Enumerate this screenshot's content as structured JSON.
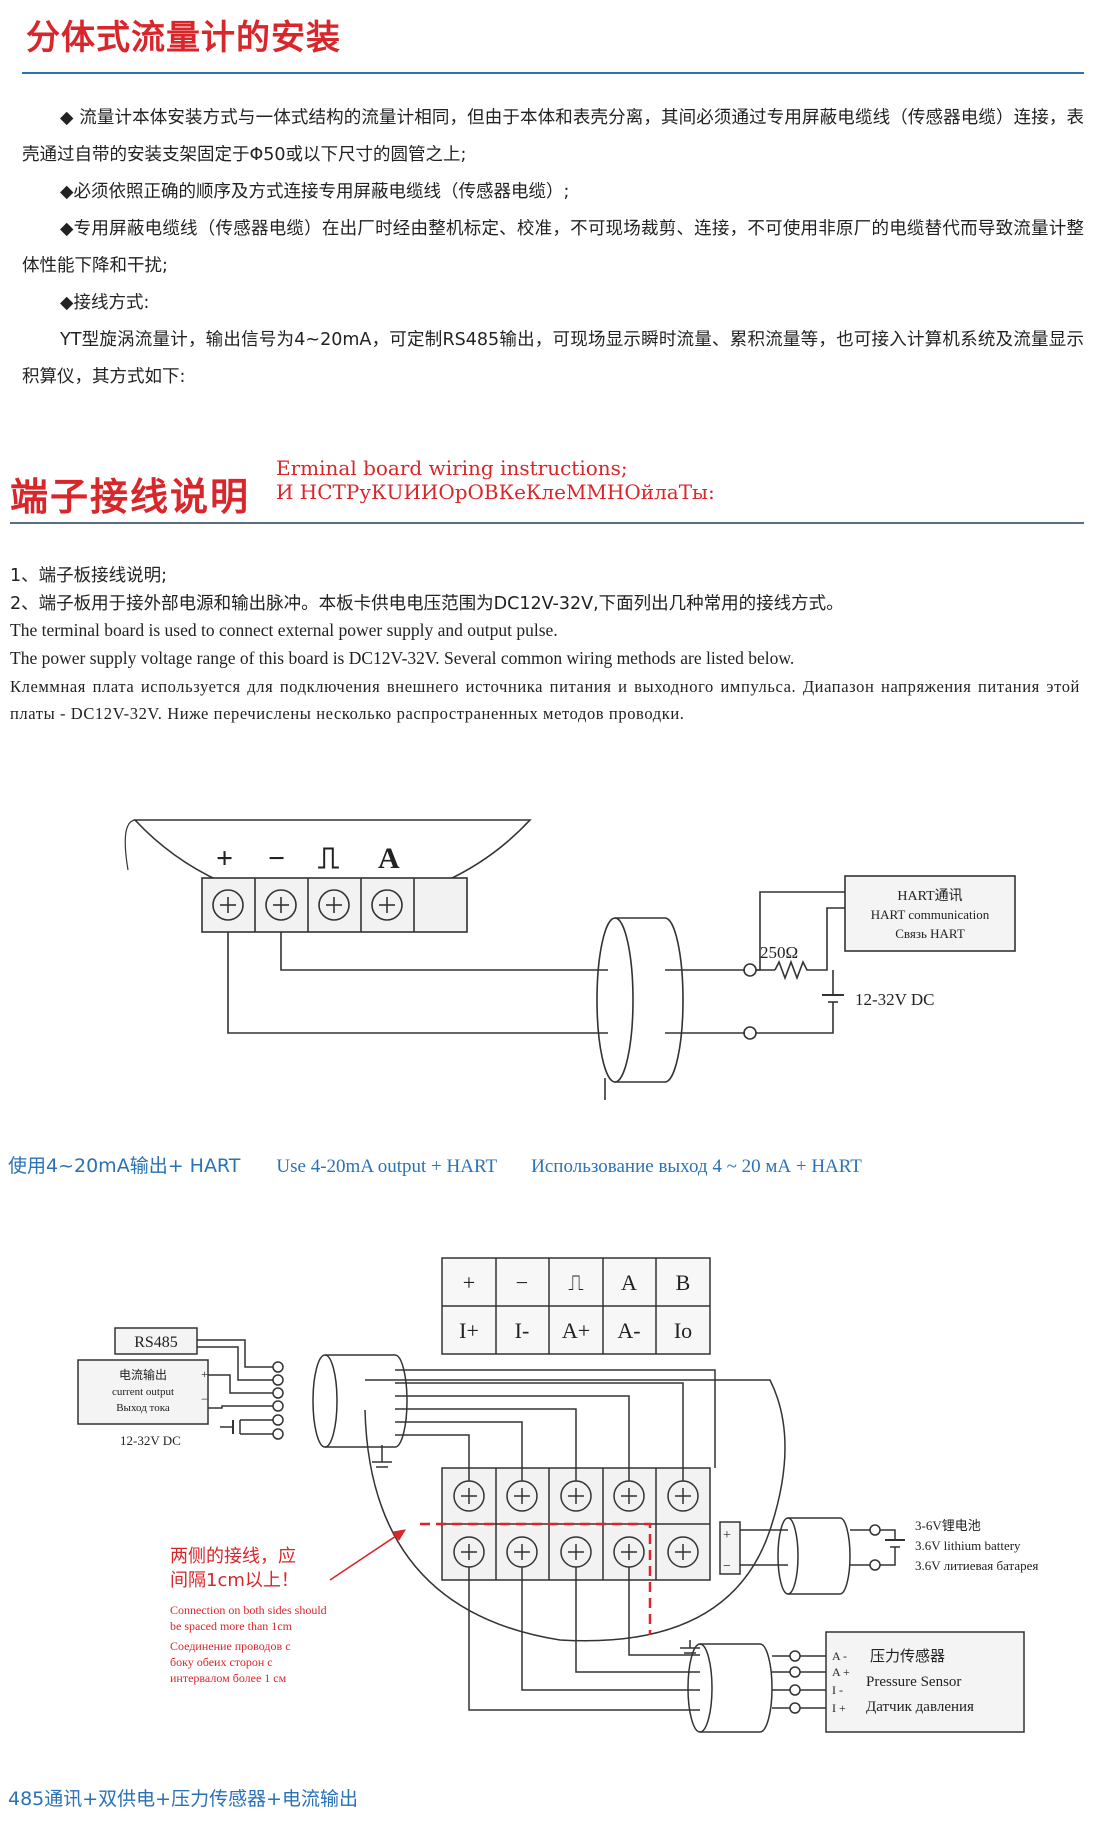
{
  "section1": {
    "title": "分体式流量计的安装",
    "paragraphs": [
      "◆ 流量计本体安装方式与一体式结构的流量计相同，但由于本体和表壳分离，其间必须通过专用屏蔽电缆线（传感器电缆）连接，表壳通过自带的安装支架固定于Φ50或以下尺寸的圆管之上;",
      "◆必须依照正确的顺序及方式连接专用屏蔽电缆线（传感器电缆）;",
      "◆专用屏蔽电缆线（传感器电缆）在出厂时经由整机标定、校准，不可现场裁剪、连接，不可使用非原厂的电缆替代而导致流量计整体性能下降和干扰;",
      "◆接线方式:",
      "YT型旋涡流量计，输出信号为4~20mA，可定制RS485输出，可现场显示瞬时流量、累积流量等，也可接入计算机系统及流量显示积算仪，其方式如下:"
    ]
  },
  "section2": {
    "title": "端子接线说明",
    "subtitle_en": "Erminal board wiring instructions;",
    "subtitle_ru": "И НСТРуКUИИОрОВКеКлеММНОйлаТы:",
    "lines_cn": [
      "1、端子板接线说明;",
      "2、端子板用于接外部电源和输出脉冲。本板卡供电电压范围为DC12V-32V,下面列出几种常用的接线方式。"
    ],
    "lines_en": [
      "The terminal board is used to connect external power supply and output pulse.",
      "The power supply voltage range of this board is DC12V-32V. Several common wiring methods are listed below."
    ],
    "para_ru": "Клеммная плата используется для подключения внешнего источника питания и выходного импульса. Диапазон напряжения питания этой платы - DC12V-32V. Ниже перечислены несколько распространенных методов проводки."
  },
  "diagram1": {
    "symbols": [
      "+",
      "−",
      "⎍",
      "A"
    ],
    "resistor": "250Ω",
    "power": "12-32V  DC",
    "hart_box": [
      "HART通讯",
      "HART communication",
      "Связь HART"
    ],
    "caption_cn": "使用4~20mA输出+ HART",
    "caption_en": "Use 4-20mA output + HART",
    "caption_ru": "Использование выход 4 ~ 20 мА + HART"
  },
  "diagram2": {
    "table_row1": [
      "+",
      "−",
      "⎍",
      "A",
      "B"
    ],
    "table_row2": [
      "I+",
      "I-",
      "A+",
      "A-",
      "Io"
    ],
    "rs485": "RS485",
    "current_box": [
      "电流输出",
      "current output",
      "Выход тока"
    ],
    "current_pm": [
      "+",
      "−"
    ],
    "power": "12-32V  DC",
    "battery_pm": [
      "+",
      "−"
    ],
    "battery": [
      "3-6V锂电池",
      "3.6V lithium battery",
      "3.6V литиевая батарея"
    ],
    "note_cn": [
      "两侧的接线，应",
      "间隔1cm以上！"
    ],
    "note_en": [
      "Connection on both sides should",
      "be spaced more than 1cm"
    ],
    "note_ru": [
      "Соединение проводов с",
      "боку обеих сторон с",
      "интервалом более 1 см"
    ],
    "sensor_pins": [
      "A -",
      "A +",
      "I -",
      "I +"
    ],
    "sensor": [
      "压力传感器",
      "Pressure Sensor",
      "Датчик давления"
    ],
    "caption": "485通讯+双供电+压力传感器+电流输出"
  },
  "colors": {
    "red": "#d9262b",
    "blue": "#2a72b8",
    "rule": "#2f6fb3"
  }
}
